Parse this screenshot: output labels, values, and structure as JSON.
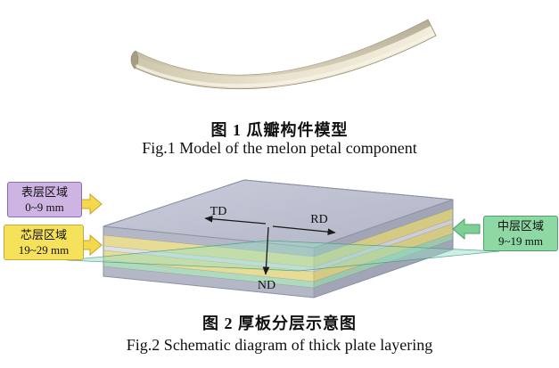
{
  "figure1": {
    "caption_zh": "图 1  瓜瓣构件模型",
    "caption_en": "Fig.1  Model of the melon petal component"
  },
  "figure2": {
    "caption_zh": "图 2  厚板分层示意图",
    "caption_en": "Fig.2  Schematic diagram of thick plate layering",
    "regions": {
      "surface": {
        "label": "表层区域",
        "range": "0~9 mm"
      },
      "core": {
        "label": "芯层区域",
        "range": "19~29 mm"
      },
      "middle": {
        "label": "中层区域",
        "range": "9~19 mm"
      }
    },
    "axes": {
      "td": "TD",
      "rd": "RD",
      "nd": "ND"
    },
    "colors": {
      "surface_box": "#cdb4e2",
      "core_box": "#f6e15a",
      "middle_box": "#8ed8a4",
      "plate_top_gray": "#bcbfce",
      "yellow_layer": "#e6dc96",
      "green_layer": "#b0dabe",
      "pale_layer": "#dfdfe6",
      "slice_plane": "#96dcc3",
      "arrow_yellow": "#f4d94d",
      "arrow_green": "#7fd096"
    }
  }
}
